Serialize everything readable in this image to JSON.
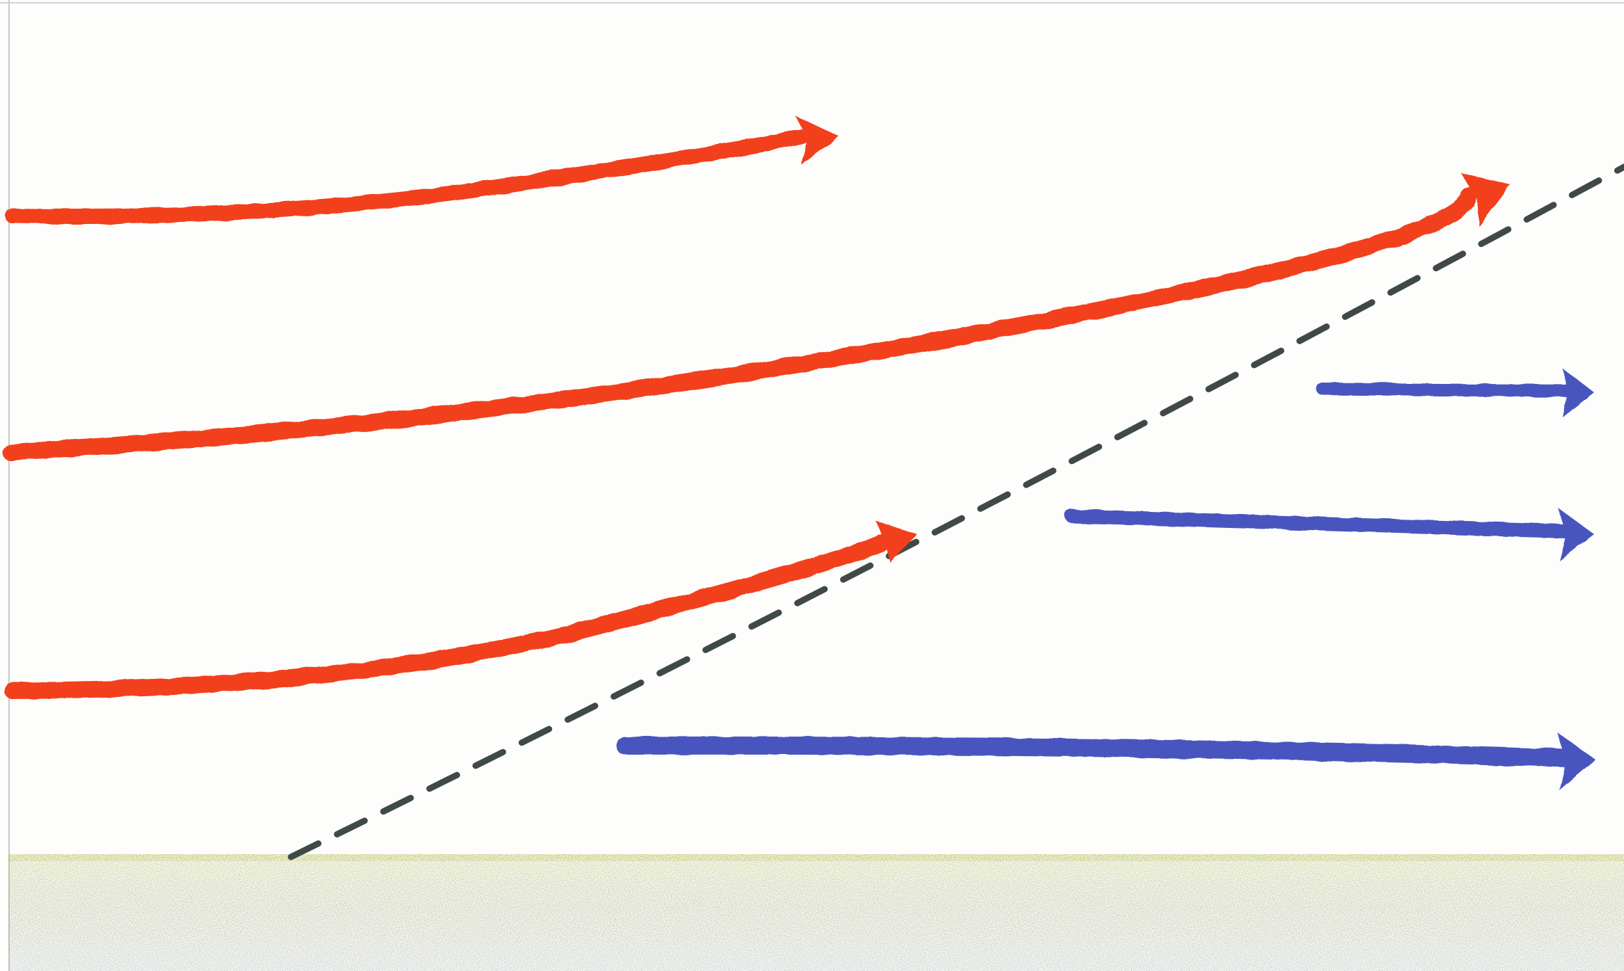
{
  "colors": {
    "paper": "#fdfdfc",
    "warm_arrow": "#f2401f",
    "cool_arrow": "#4a55bf",
    "boundary_line": "#3f4a48",
    "ground_top": "#a9b23c",
    "ground_bottom": "#9aa7a0"
  },
  "diagram": {
    "warm_arrows": 3,
    "cool_arrows": 3,
    "boundary_style": "dashed"
  }
}
